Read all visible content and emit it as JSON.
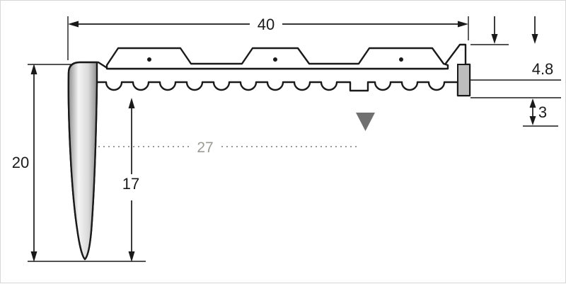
{
  "drawing": {
    "labels": {
      "width": "40",
      "insert_height": "4.8",
      "rib_height": "3",
      "leg_height": "20",
      "inner_length": "27",
      "inner_drop": "17"
    },
    "colors": {
      "line": "#1a1a1a",
      "muted_label": "#9b9b95",
      "marker": "#707070",
      "end_tab_fill": "#bdbdbd",
      "leg_dark": "#8f8f8f",
      "leg_light": "#f4f4f4",
      "background": "#ffffff"
    }
  }
}
